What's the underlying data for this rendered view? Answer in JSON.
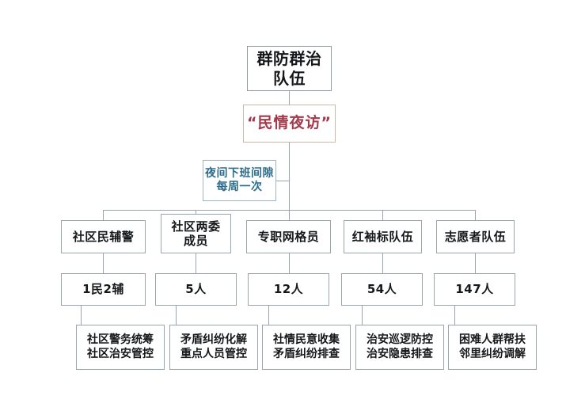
{
  "diagram": {
    "type": "org-flowchart",
    "background": "#ffffff",
    "border_color": "#9aa4ab",
    "root": {
      "label": "群防群治\n队伍"
    },
    "theme": {
      "label": "“民情夜访”",
      "color": "#a33a4c",
      "border_color": "#c9b9a6"
    },
    "note": {
      "label": "夜间下班间隙\n每周一次",
      "color": "#2d6e8c",
      "border_color": "#9fb6c2"
    },
    "columns": [
      {
        "team": "社区民辅警",
        "count": "1民2辅",
        "duty": "社区警务统筹\n社区治安管控"
      },
      {
        "team": "社区两委\n成员",
        "count": "5人",
        "duty": "矛盾纠纷化解\n重点人员管控"
      },
      {
        "team": "专职网格员",
        "count": "12人",
        "duty": "社情民意收集\n矛盾纠纷排查"
      },
      {
        "team": "红袖标队伍",
        "count": "54人",
        "duty": "治安巡逻防控\n治安隐患排查"
      },
      {
        "team": "志愿者队伍",
        "count": "147人",
        "duty": "困难人群帮扶\n邻里纠纷调解"
      }
    ]
  }
}
